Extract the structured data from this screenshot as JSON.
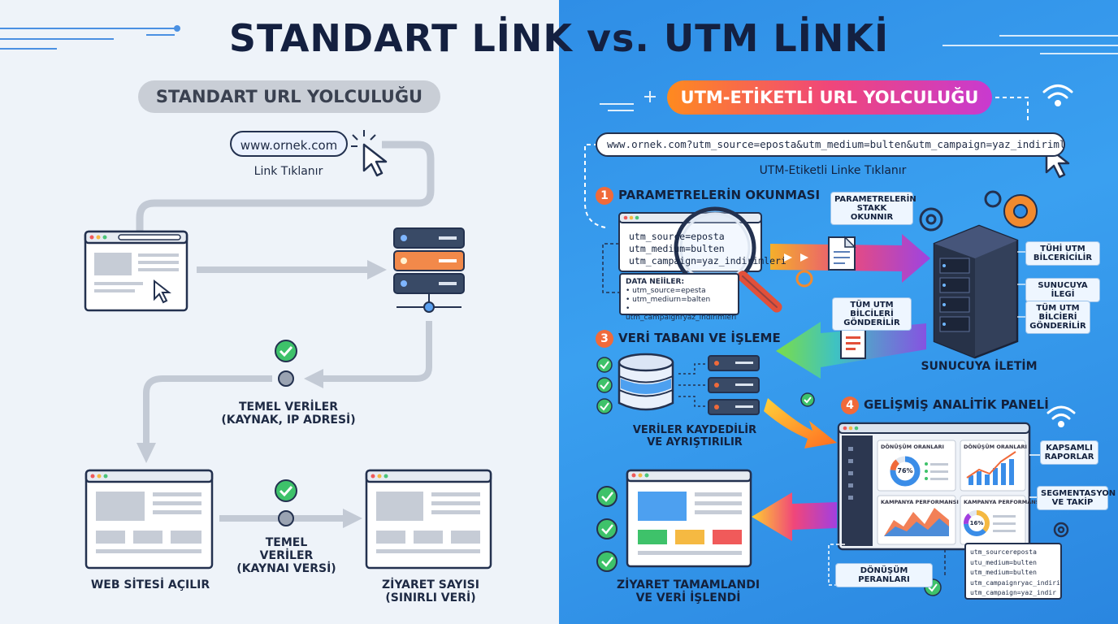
{
  "title": "STANDART LİNK vs. UTM LİNKİ",
  "left": {
    "heading": "STANDART URL YOLCULUĞU",
    "url": "www.ornek.com",
    "click_label": "Link Tıklanır",
    "basic_data_1": [
      "TEMEL VERİLER",
      "(KAYNAK, IP ADRESİ)"
    ],
    "basic_data_2": [
      "TEMEL",
      "VERİLER",
      "(KAYNAI VERSİ)"
    ],
    "website_opens": "WEB SİTESİ AÇILIR",
    "visit_count": [
      "ZİYARET SAYISI",
      "(SINIRLI VERİ)"
    ]
  },
  "right": {
    "heading": "UTM-ETİKETLİ URL YOLCULUĞU",
    "url": "www.ornek.com?utm_source=eposta&utm_medium=bulten&utm_campaign=yaz_indirimleri...",
    "click_label": "UTM-Etiketli Linke Tıklanır",
    "step1": {
      "num": "1",
      "title": "PARAMETRELERİN OKUNMASI"
    },
    "params": [
      "utm_source=eposta",
      "utm_medium=bulten",
      "utm_campaign=yaz_indirimleri"
    ],
    "data_box": {
      "title": "DATA NEİİLER:",
      "items": [
        "utm_source=epesta",
        "utm_mediurn=balten",
        "utm_campaignryaz_indirimleri"
      ]
    },
    "tag_read": "PARAMETRELERİN STAKK OKUNNIR",
    "tag_server1": "TÜHİ UTM BİLCERİCİLİR",
    "tag_server2": "SUNUCUYA İLEGİ",
    "tag_server3": "TÜM UTM BİLCİERİ GÖNDERİLİR",
    "tag_sent": "TÜM UTM BİLCİLERİ GÖNDERİLİR",
    "server_label": "SUNUCUYA İLETİM",
    "step3": {
      "num": "3",
      "title": "VERİ TABANI VE İŞLEME"
    },
    "db_label": [
      "VERİLER KAYDEDİLİR",
      "VE AYRIŞTIRILIR"
    ],
    "step4": {
      "num": "4",
      "title": "GELİŞMİŞ ANALİTİK PANELİ"
    },
    "dash_cards": [
      "DÖNÜŞÜM ORANLARI",
      "DÖNÜŞÜM ORANLARI",
      "KAMPANYA PERFORMANSI",
      "KAMPANYA PERFORMANSI"
    ],
    "dash_pct1": "76%",
    "dash_pct2": "16%",
    "tag_reports": "KAPSAMLI RAPORLAR",
    "tag_segment": "SEGMENTASYON VE TAKİP",
    "conv_label": "DÖNÜŞÜM PERANLARI",
    "code_box": [
      "utm_sourcerepostа",
      "utu_medium=bulten",
      "utm_medium=bulten",
      "utm_campaignryac_indirimlel",
      "utm_campaign=yaz_indir"
    ],
    "visit_done": [
      "ZİYARET TAMAMLANDI",
      "VE VERİ İŞLENDİ"
    ]
  }
}
